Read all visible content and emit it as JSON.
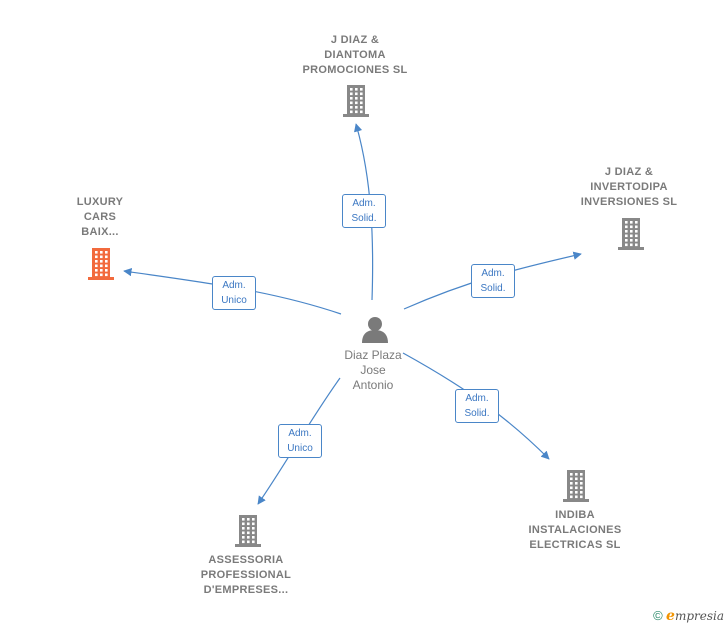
{
  "colors": {
    "edge": "#4a86c8",
    "company_icon": "#888888",
    "company_icon_highlight": "#f26a3d",
    "person_icon": "#7a7a7a",
    "label_text": "#7a7a7a",
    "edge_label_text": "#3b77c2"
  },
  "center": {
    "name_lines": [
      "Diaz Plaza",
      "Jose",
      "Antonio"
    ],
    "icon": "person-icon"
  },
  "nodes": [
    {
      "id": "jdiaz_diantoma",
      "name_lines": [
        "J DIAZ &",
        "DIANTOMA",
        "PROMOCIONES SL"
      ],
      "icon": "building-icon",
      "highlight": false
    },
    {
      "id": "jdiaz_invertodipa",
      "name_lines": [
        "J DIAZ &",
        "INVERTODIPA",
        "INVERSIONES SL"
      ],
      "icon": "building-icon",
      "highlight": false
    },
    {
      "id": "luxury_cars",
      "name_lines": [
        "LUXURY",
        "CARS",
        "BAIX..."
      ],
      "icon": "building-icon",
      "highlight": true
    },
    {
      "id": "indiba",
      "name_lines": [
        "INDIBA",
        "INSTALACIONES",
        "ELECTRICAS SL"
      ],
      "icon": "building-icon",
      "highlight": false
    },
    {
      "id": "assessoria",
      "name_lines": [
        "ASSESSORIA",
        "PROFESSIONAL",
        "D'EMPRESES..."
      ],
      "icon": "building-icon",
      "highlight": false
    }
  ],
  "edges": [
    {
      "to": "jdiaz_diantoma",
      "label_lines": [
        "Adm.",
        "Solid."
      ]
    },
    {
      "to": "jdiaz_invertodipa",
      "label_lines": [
        "Adm.",
        "Solid."
      ]
    },
    {
      "to": "luxury_cars",
      "label_lines": [
        "Adm.",
        "Unico"
      ]
    },
    {
      "to": "indiba",
      "label_lines": [
        "Adm.",
        "Solid."
      ]
    },
    {
      "to": "assessoria",
      "label_lines": [
        "Adm.",
        "Unico"
      ]
    }
  ],
  "brand": {
    "copyright": "©",
    "initial": "e",
    "rest": "mpresia"
  }
}
